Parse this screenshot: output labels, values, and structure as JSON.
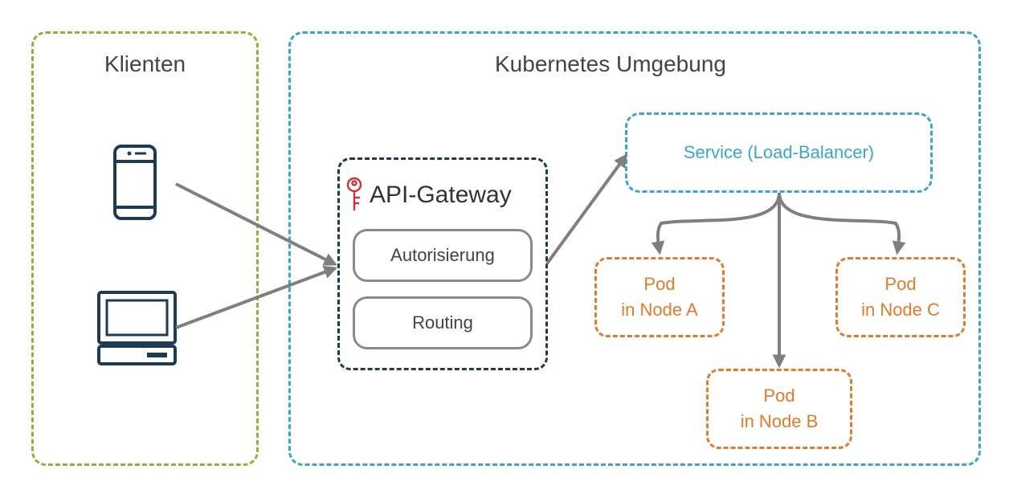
{
  "clients": {
    "title": "Klienten"
  },
  "k8s": {
    "title": "Kubernetes Umgebung"
  },
  "gateway": {
    "title": "API-Gateway",
    "steps": [
      "Autorisierung",
      "Routing"
    ]
  },
  "service": {
    "label": "Service (Load-Balancer)"
  },
  "pods": [
    {
      "line1": "Pod",
      "line2": "in Node A"
    },
    {
      "line1": "Pod",
      "line2": "in Node B"
    },
    {
      "line1": "Pod",
      "line2": "in Node C"
    }
  ],
  "colors": {
    "clients_border": "#8fb33a",
    "k8s_border": "#3aa6d0",
    "gateway_border": "#1d3b52",
    "pod_border": "#e5792c",
    "arrow": "#7f7f7f",
    "key_icon": "#d0343c"
  },
  "icons": [
    "smartphone-icon",
    "desktop-computer-icon",
    "key-icon"
  ]
}
